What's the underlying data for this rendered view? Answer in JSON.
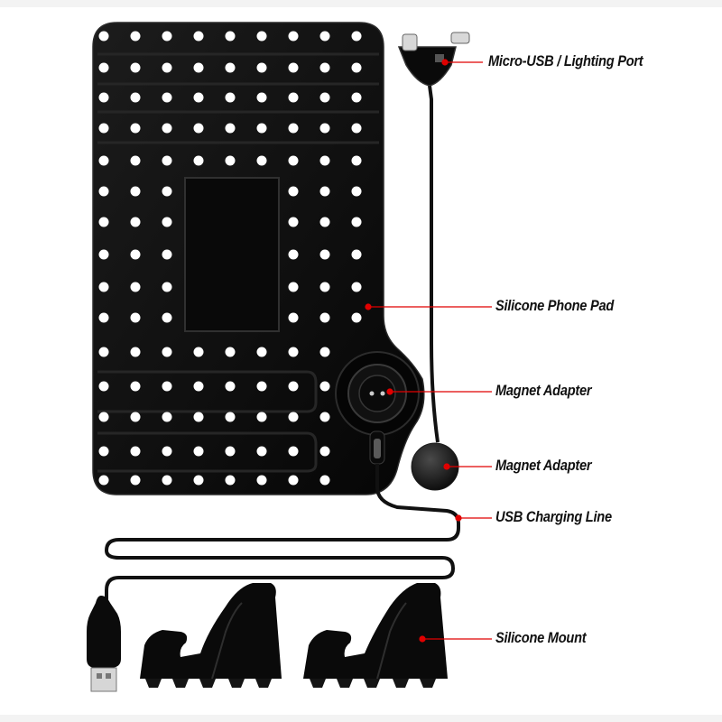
{
  "colors": {
    "background": "#ffffff",
    "pad": "#0d0d0d",
    "pad_edge": "#2a2a2a",
    "hole": "#ffffff",
    "leader_line": "#e00000"
  },
  "callouts": [
    {
      "id": "micro-usb-lighting-port",
      "text": "Micro-USB / Lighting Port"
    },
    {
      "id": "silicone-phone-pad",
      "text": "Silicone Phone Pad"
    },
    {
      "id": "magnet-adapter-pad",
      "text": "Magnet Adapter"
    },
    {
      "id": "magnet-adapter-ball",
      "text": "Magnet Adapter"
    },
    {
      "id": "usb-charging-line",
      "text": "USB Charging Line"
    },
    {
      "id": "silicone-mount",
      "text": "Silicone Mount"
    }
  ]
}
